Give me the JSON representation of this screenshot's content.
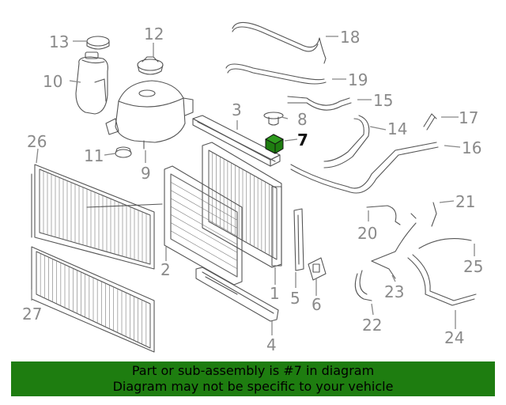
{
  "callouts": [
    {
      "id": "1",
      "label": "1"
    },
    {
      "id": "2",
      "label": "2"
    },
    {
      "id": "3",
      "label": "3"
    },
    {
      "id": "4",
      "label": "4"
    },
    {
      "id": "5",
      "label": "5"
    },
    {
      "id": "6",
      "label": "6"
    },
    {
      "id": "7",
      "label": "7"
    },
    {
      "id": "8",
      "label": "8"
    },
    {
      "id": "9",
      "label": "9"
    },
    {
      "id": "10",
      "label": "10"
    },
    {
      "id": "11",
      "label": "11"
    },
    {
      "id": "12",
      "label": "12"
    },
    {
      "id": "13",
      "label": "13"
    },
    {
      "id": "14",
      "label": "14"
    },
    {
      "id": "15",
      "label": "15"
    },
    {
      "id": "16",
      "label": "16"
    },
    {
      "id": "17",
      "label": "17"
    },
    {
      "id": "18",
      "label": "18"
    },
    {
      "id": "19",
      "label": "19"
    },
    {
      "id": "20",
      "label": "20"
    },
    {
      "id": "21",
      "label": "21"
    },
    {
      "id": "22",
      "label": "22"
    },
    {
      "id": "23",
      "label": "23"
    },
    {
      "id": "24",
      "label": "24"
    },
    {
      "id": "25",
      "label": "25"
    },
    {
      "id": "26",
      "label": "26"
    },
    {
      "id": "27",
      "label": "27"
    }
  ],
  "highlighted_part": "7",
  "colors": {
    "highlight": "#1e7d10",
    "label": "#8a8a8a",
    "highlight_label": "#111111"
  },
  "footer": {
    "line1": "Part or sub-assembly is #7 in diagram",
    "line2": "Diagram may not be specific to your vehicle"
  }
}
